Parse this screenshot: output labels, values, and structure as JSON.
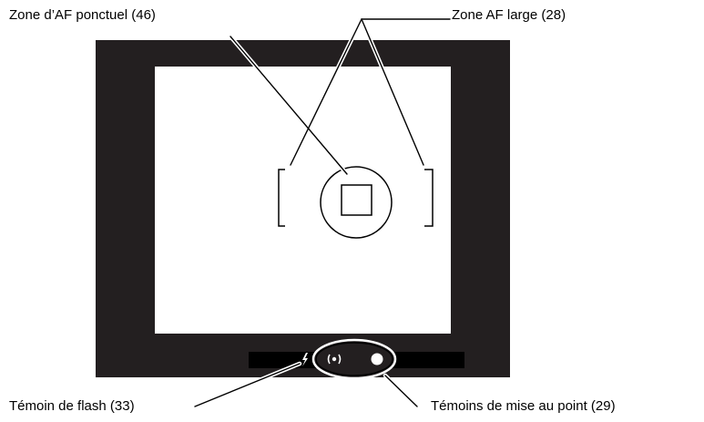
{
  "callouts": {
    "spot_af_zone": "Zone d’AF ponctuel (46)",
    "wide_af_zone": "Zone AF large (28)",
    "flash_indicator": "Témoin de flash (33)",
    "focus_indicators": "Témoins de mise au point (29)"
  },
  "status_bar": {
    "flash_icon": "flash-icon",
    "focus_icons": [
      "focus-signal-icon",
      "focus-dot-icon"
    ]
  },
  "colors": {
    "frame": "#231f20",
    "screen": "#ffffff",
    "line": "#000000"
  }
}
